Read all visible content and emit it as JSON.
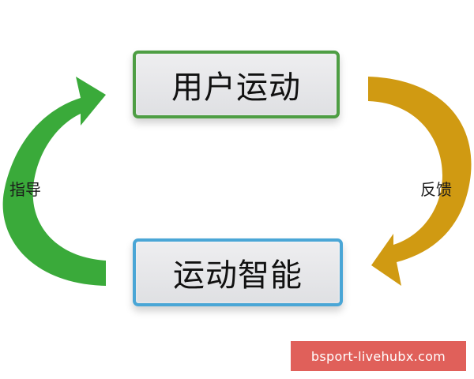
{
  "nodes": {
    "top": {
      "label": "用户运动",
      "border_color": "#4e9e44"
    },
    "bottom": {
      "label": "运动智能",
      "border_color": "#4aa6d6"
    }
  },
  "edges": {
    "left": {
      "label": "指导",
      "color": "#3aaa3a",
      "direction": "bottom-to-top"
    },
    "right": {
      "label": "反馈",
      "color": "#d09a12",
      "direction": "top-to-bottom"
    }
  },
  "watermark": {
    "text": "bsport-livehubx.com",
    "background": "#e0605a"
  }
}
